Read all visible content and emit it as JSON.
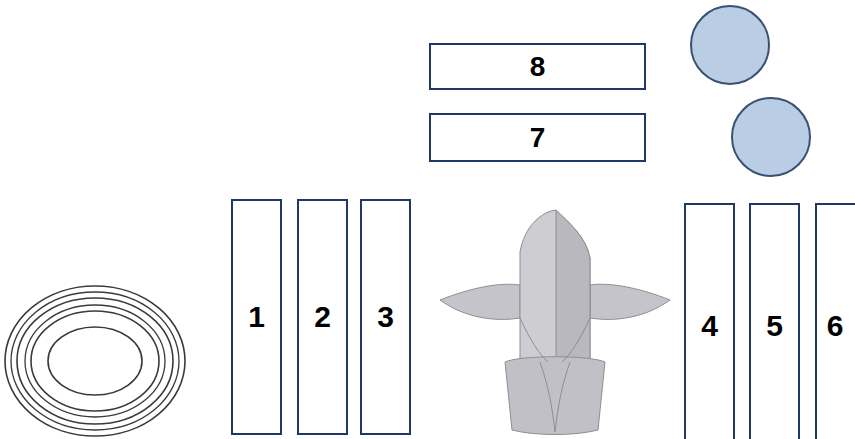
{
  "diagram": {
    "nodes": [
      {
        "text": [
          "8"
        ]
      },
      {
        "text": [
          "7"
        ]
      },
      {
        "text": [
          "1"
        ]
      },
      {
        "text": [
          "2"
        ]
      },
      {
        "text": [
          "3"
        ]
      },
      {
        "text": [
          "4"
        ]
      },
      {
        "text": [
          "5"
        ]
      },
      {
        "text": [
          "6"
        ]
      }
    ]
  }
}
